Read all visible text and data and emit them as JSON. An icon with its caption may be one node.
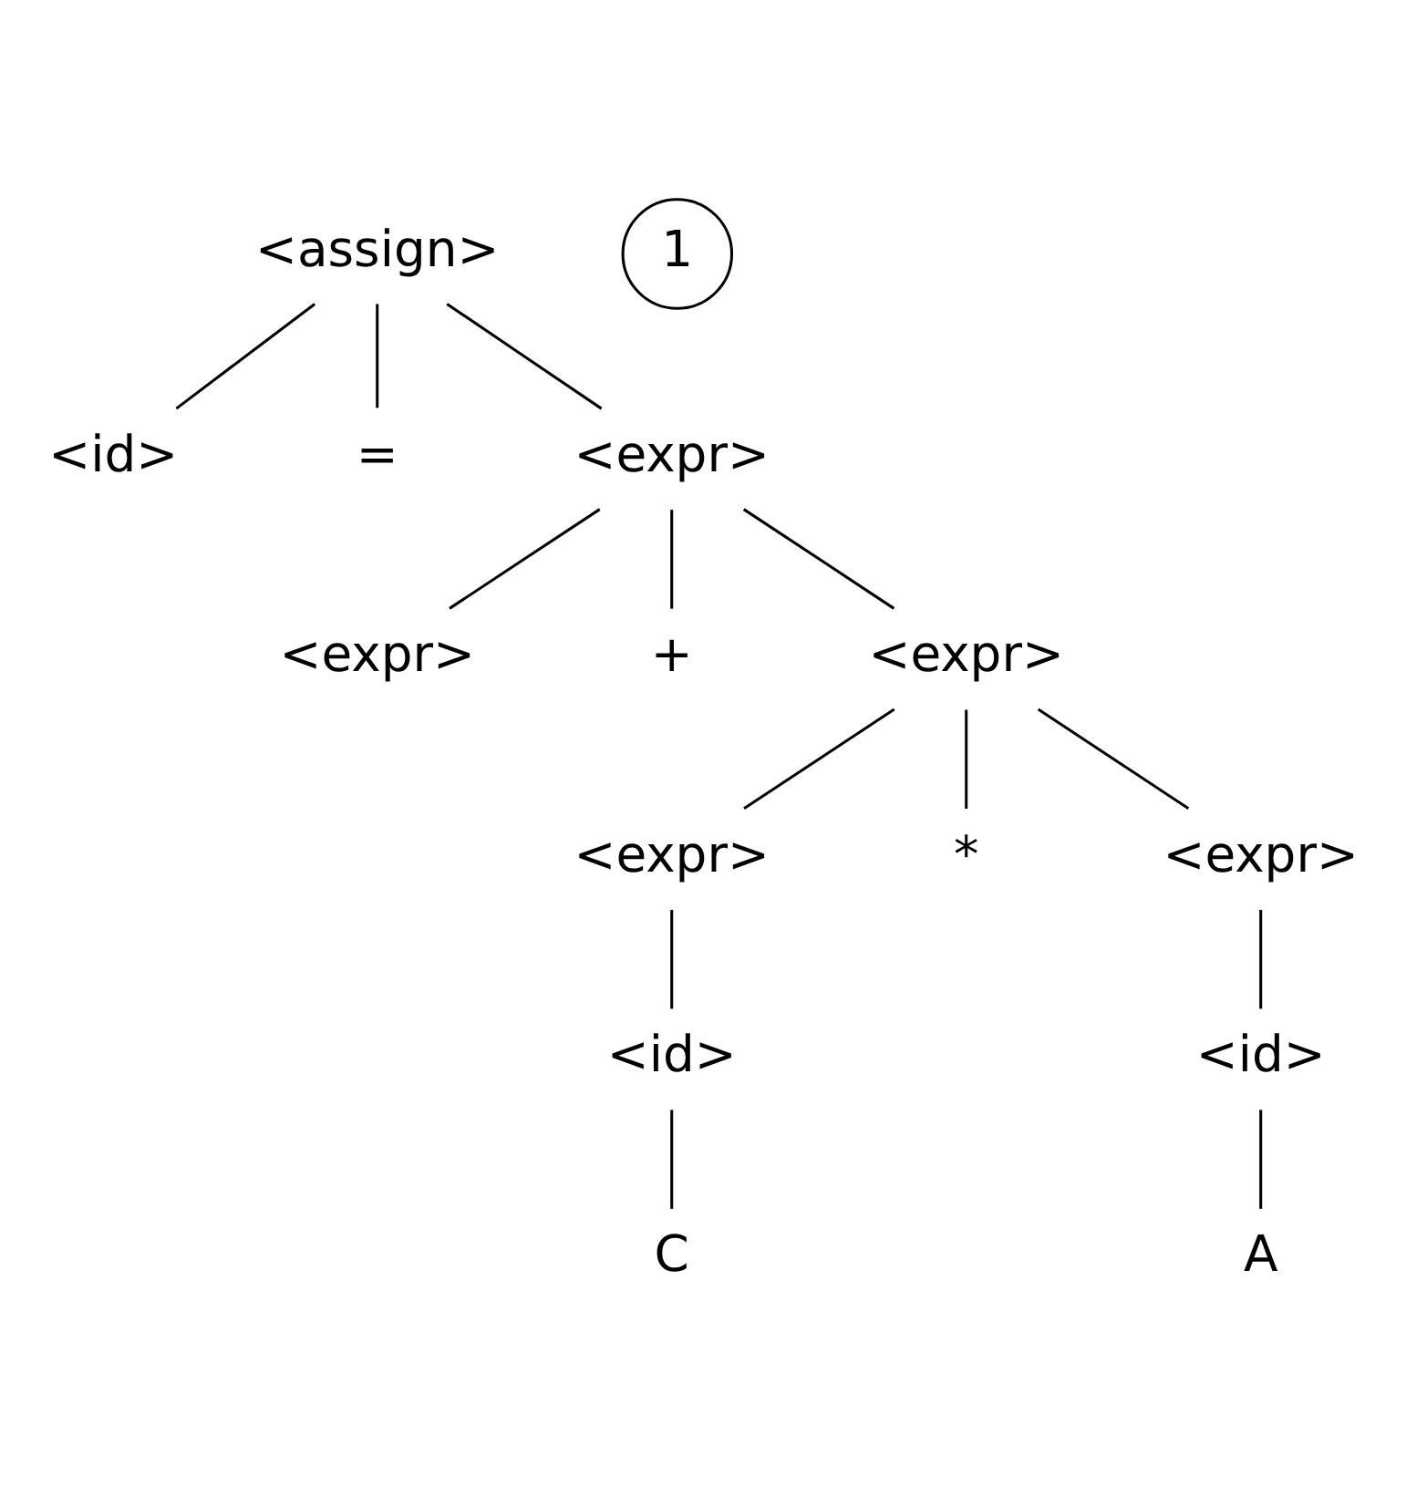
{
  "diagram": {
    "nodes": [
      {
        "text": [
          "<assign>"
        ]
      },
      {
        "text": [
          "<id>"
        ]
      },
      {
        "text": [
          "="
        ]
      },
      {
        "text": [
          "<expr>"
        ]
      },
      {
        "text": [
          "<expr>"
        ]
      },
      {
        "text": [
          "+"
        ]
      },
      {
        "text": [
          "<expr>"
        ]
      },
      {
        "text": [
          "<expr>"
        ]
      },
      {
        "text": [
          "*"
        ]
      },
      {
        "text": [
          "<expr>"
        ]
      },
      {
        "text": [
          "<id>"
        ]
      },
      {
        "text": [
          "<id>"
        ]
      },
      {
        "text": [
          "C"
        ]
      },
      {
        "text": [
          "A"
        ]
      }
    ],
    "edges": [
      {
        "from": 0,
        "to": 1,
        "arrow": "none"
      },
      {
        "from": 0,
        "to": 2,
        "arrow": "none"
      },
      {
        "from": 0,
        "to": 3,
        "arrow": "none"
      },
      {
        "from": 3,
        "to": 4,
        "arrow": "none"
      },
      {
        "from": 3,
        "to": 5,
        "arrow": "none"
      },
      {
        "from": 3,
        "to": 6,
        "arrow": "none"
      },
      {
        "from": 6,
        "to": 7,
        "arrow": "none"
      },
      {
        "from": 6,
        "to": 8,
        "arrow": "none"
      },
      {
        "from": 6,
        "to": 9,
        "arrow": "none"
      },
      {
        "from": 7,
        "to": 10,
        "arrow": "none"
      },
      {
        "from": 9,
        "to": 11,
        "arrow": "none"
      },
      {
        "from": 10,
        "to": 12,
        "arrow": "none"
      },
      {
        "from": 11,
        "to": 13,
        "arrow": "none"
      }
    ],
    "labels": [
      "1"
    ]
  }
}
